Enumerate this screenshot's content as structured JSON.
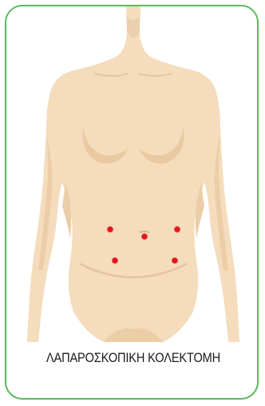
{
  "caption": "ΛΑΠΑΡΟΣΚΟΠΙΚΗ ΚΟΛΕΚΤΟΜΗ",
  "colors": {
    "border": "#5cb85c",
    "skin": "#f4dcbc",
    "skin_shadow": "#e9c9a2",
    "incision": "#e8141c"
  },
  "incision_points": [
    {
      "id": "left-upper"
    },
    {
      "id": "navel"
    },
    {
      "id": "right-upper"
    },
    {
      "id": "left-lower"
    },
    {
      "id": "right-lower"
    }
  ]
}
